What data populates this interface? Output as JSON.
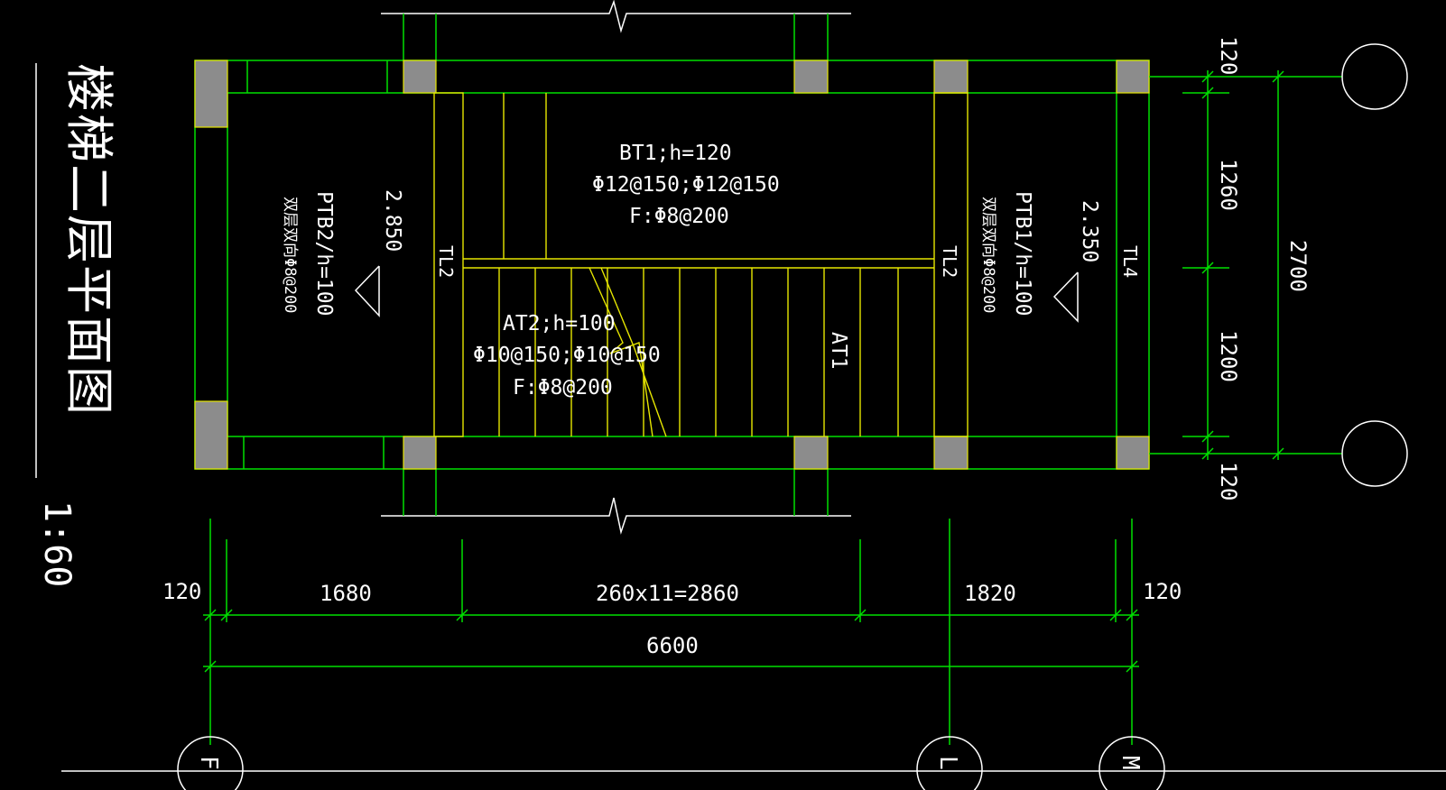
{
  "drawing": {
    "title": "楼梯二层平面图",
    "scale": "1:60",
    "colors": {
      "background": "#000000",
      "structure_line": "#00e000",
      "stair_line": "#e6e600",
      "column_fill": "#8c8c8c",
      "text": "#ffffff"
    }
  },
  "slabs": {
    "bt1": {
      "name": "BT1;h=120",
      "top_rebar": "Φ12@150;Φ12@150",
      "dist_rebar": "F:Φ8@200"
    },
    "at2": {
      "name": "AT2;h=100",
      "top_rebar": "Φ10@150;Φ10@150",
      "dist_rebar": "F:Φ8@200"
    },
    "at1": {
      "name": "AT1"
    },
    "ptb2": {
      "name": "PTB2/h=100",
      "rebar": "双层双向Φ8@200",
      "elevation": "2.850"
    },
    "ptb1": {
      "name": "PTB1/h=100",
      "rebar": "双层双向Φ8@200",
      "elevation": "2.350"
    }
  },
  "beams": {
    "tl2_left": "TL2",
    "tl2_right": "TL2",
    "tl4": "TL4"
  },
  "dimensions": {
    "horizontal": {
      "d1": "120",
      "d2": "1680",
      "d3": "260x11=2860",
      "d4": "1820",
      "d5": "120",
      "total": "6600"
    },
    "vertical": {
      "d1": "120",
      "d2": "1260",
      "d3": "1200",
      "d4": "120",
      "total": "2700"
    }
  },
  "grid_axes": {
    "bottom_left": "F",
    "bottom_mid": "L",
    "bottom_right": "M"
  }
}
